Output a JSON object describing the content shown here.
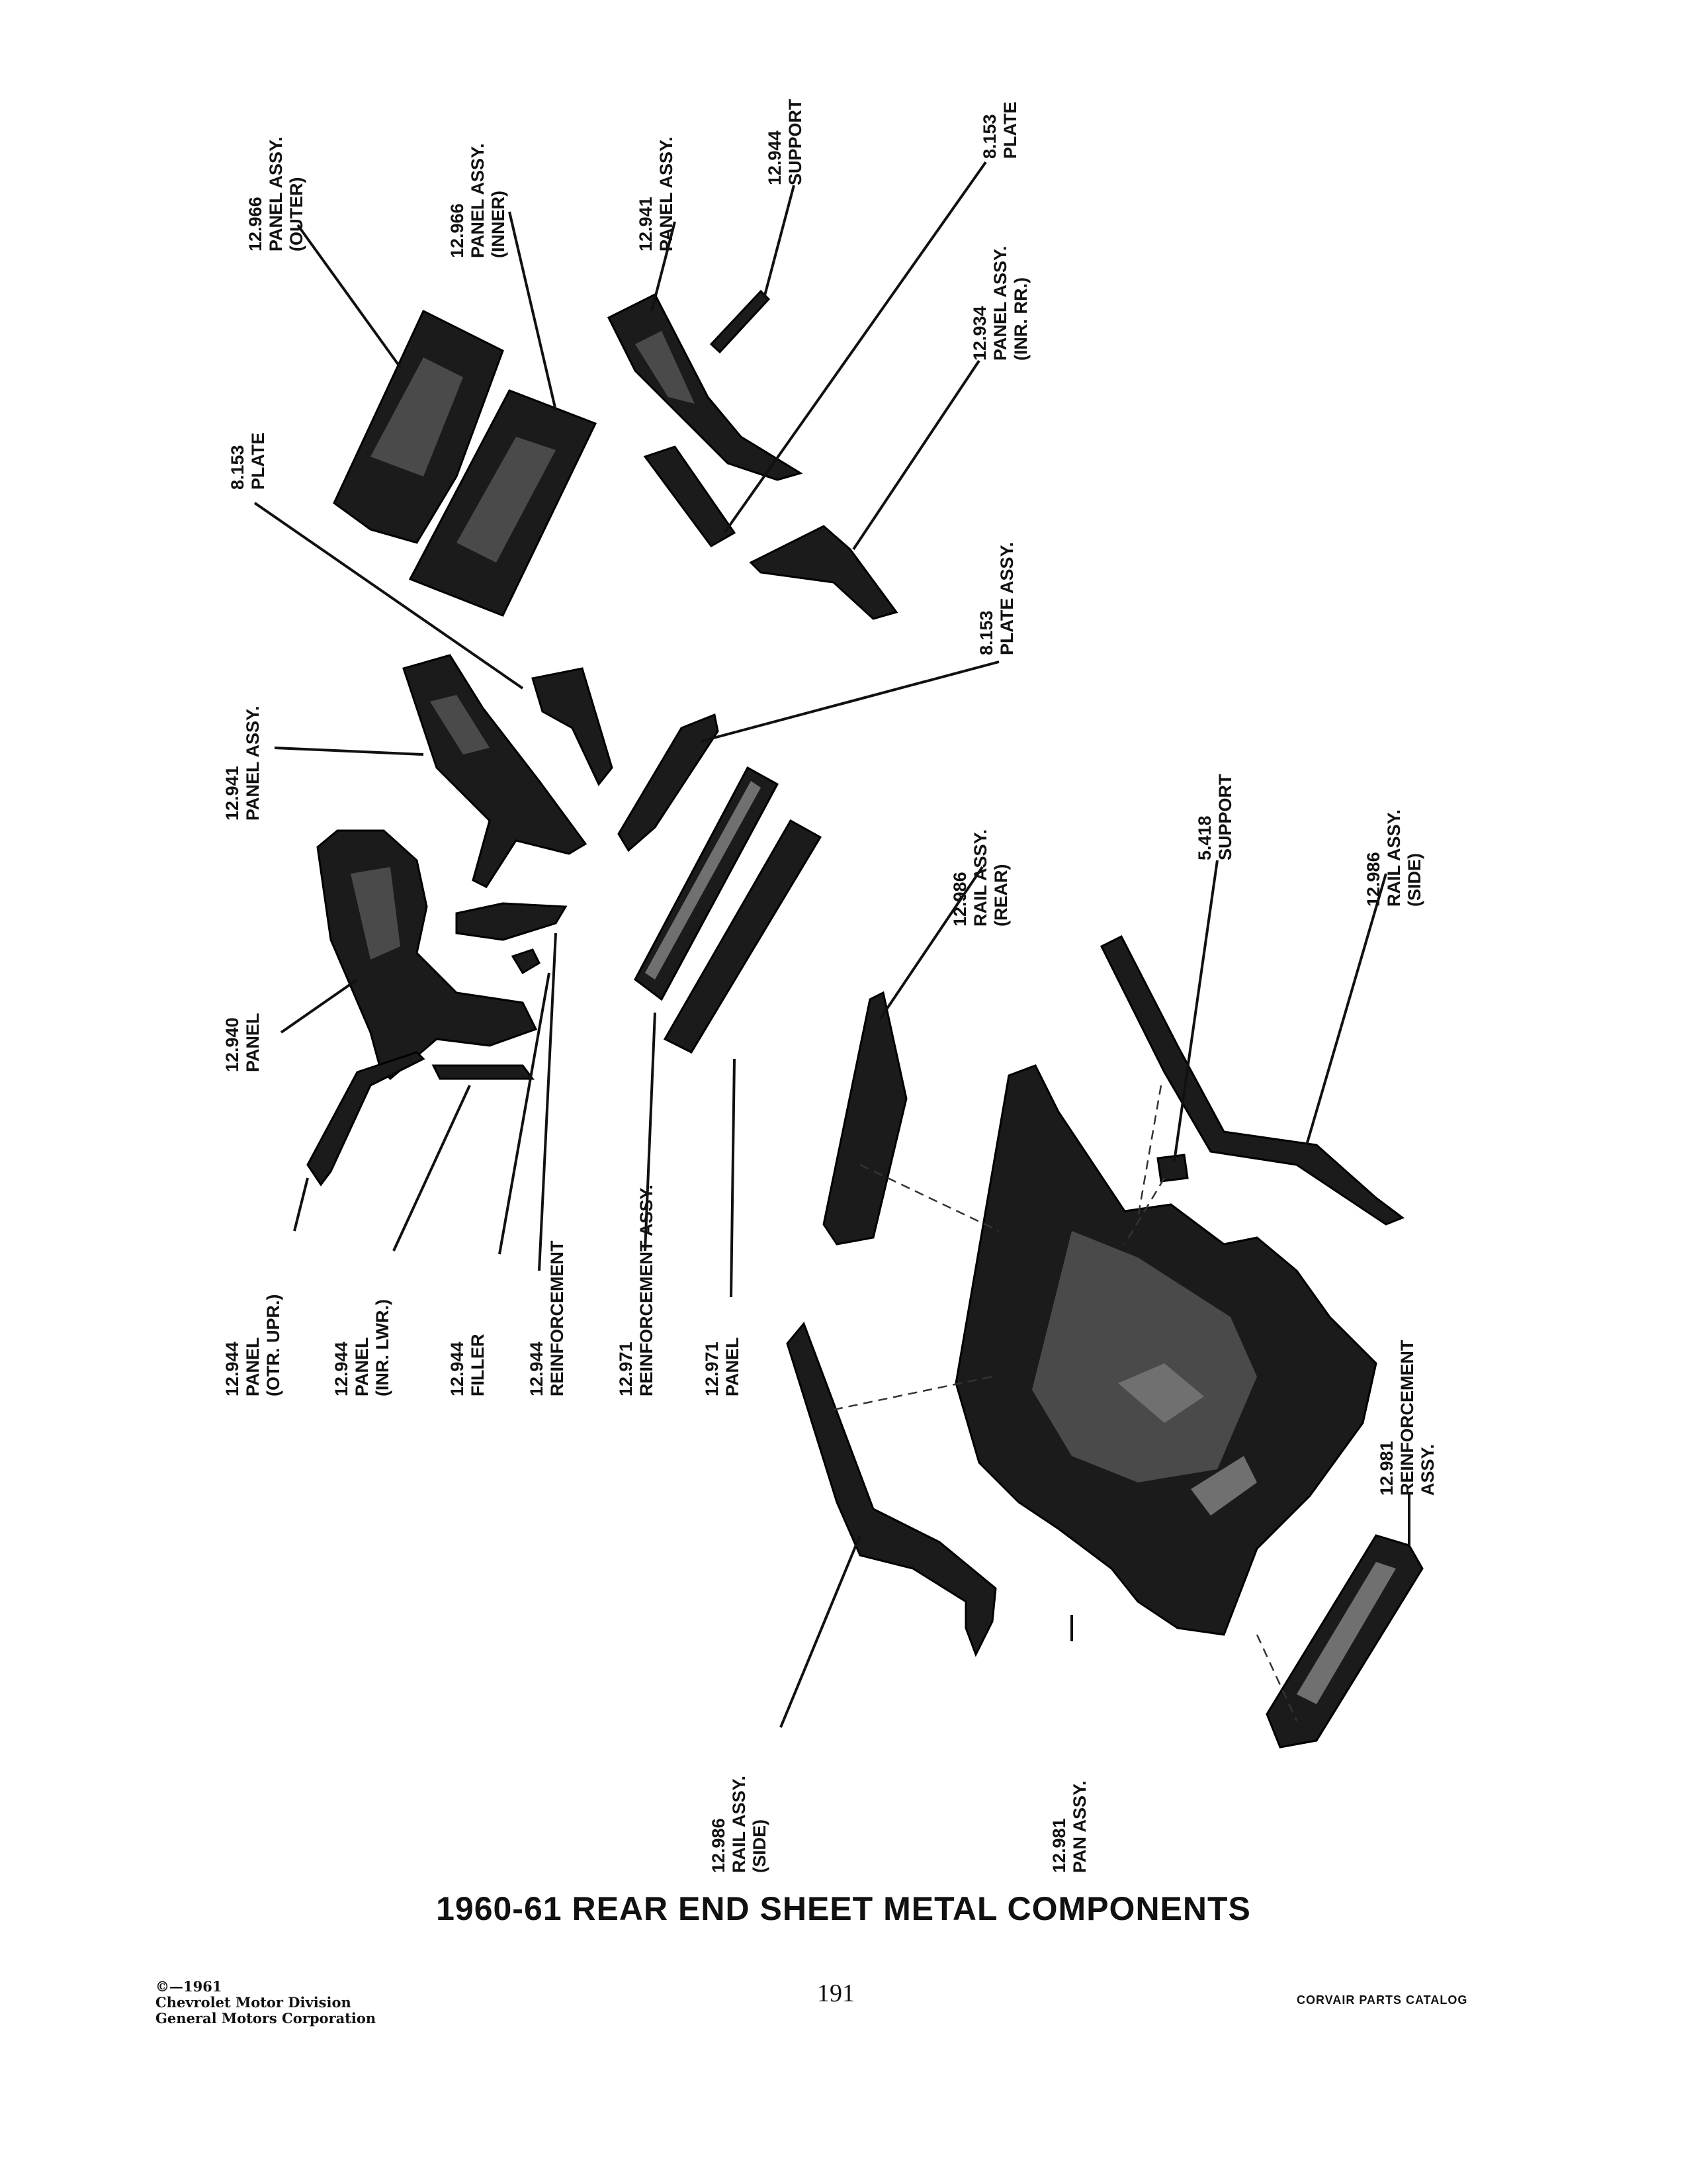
{
  "labels": {
    "panel_assy_outer": [
      "12.966",
      "PANEL ASSY.",
      "(OUTER)"
    ],
    "panel_assy_inner": [
      "12.966",
      "PANEL ASSY.",
      "(INNER)"
    ],
    "panel_assy_12941_top": [
      "12.941",
      "PANEL ASSY."
    ],
    "support_12944": [
      "12.944",
      "SUPPORT"
    ],
    "plate_8153_top_right": [
      "8.153",
      "PLATE"
    ],
    "panel_assy_inr_rr": [
      "12.934",
      "PANEL ASSY.",
      "(INR. RR.)"
    ],
    "plate_8153_left": [
      "8.153",
      "PLATE"
    ],
    "plate_assy_8153": [
      "8.153",
      "PLATE ASSY."
    ],
    "panel_assy_12941_mid": [
      "12.941",
      "PANEL ASSY."
    ],
    "panel_12940": [
      "12.940",
      "PANEL"
    ],
    "rail_assy_rear": [
      "12.986",
      "RAIL ASSY.",
      "(REAR)"
    ],
    "support_5418": [
      "5.418",
      "SUPPORT"
    ],
    "rail_assy_side_right": [
      "12.986",
      "RAIL ASSY.",
      "(SIDE)"
    ],
    "panel_otr_upr": [
      "12.944",
      "PANEL",
      "(OTR. UPR.)"
    ],
    "panel_inr_lwr": [
      "12.944",
      "PANEL",
      "(INR. LWR.)"
    ],
    "filler_12944": [
      "12.944",
      "FILLER"
    ],
    "reinforcement_12944": [
      "12.944",
      "REINFORCEMENT"
    ],
    "reinforcement_assy_12971": [
      "12.971",
      "REINFORCEMENT ASSY."
    ],
    "panel_12971": [
      "12.971",
      "PANEL"
    ],
    "reinforcement_assy_12981": [
      "12.981",
      "REINFORCEMENT",
      "ASSY."
    ],
    "rail_assy_side_left": [
      "12.986",
      "RAIL ASSY.",
      "(SIDE)"
    ],
    "pan_assy_12981": [
      "12.981",
      "PAN ASSY."
    ]
  },
  "caption": "1960-61 REAR END SHEET METAL COMPONENTS",
  "footer": {
    "copyright_lines": [
      "©—1961",
      "Chevrolet Motor Division",
      "General Motors Corporation"
    ],
    "page_number": "191",
    "catalog_name": "CORVAIR PARTS CATALOG"
  }
}
